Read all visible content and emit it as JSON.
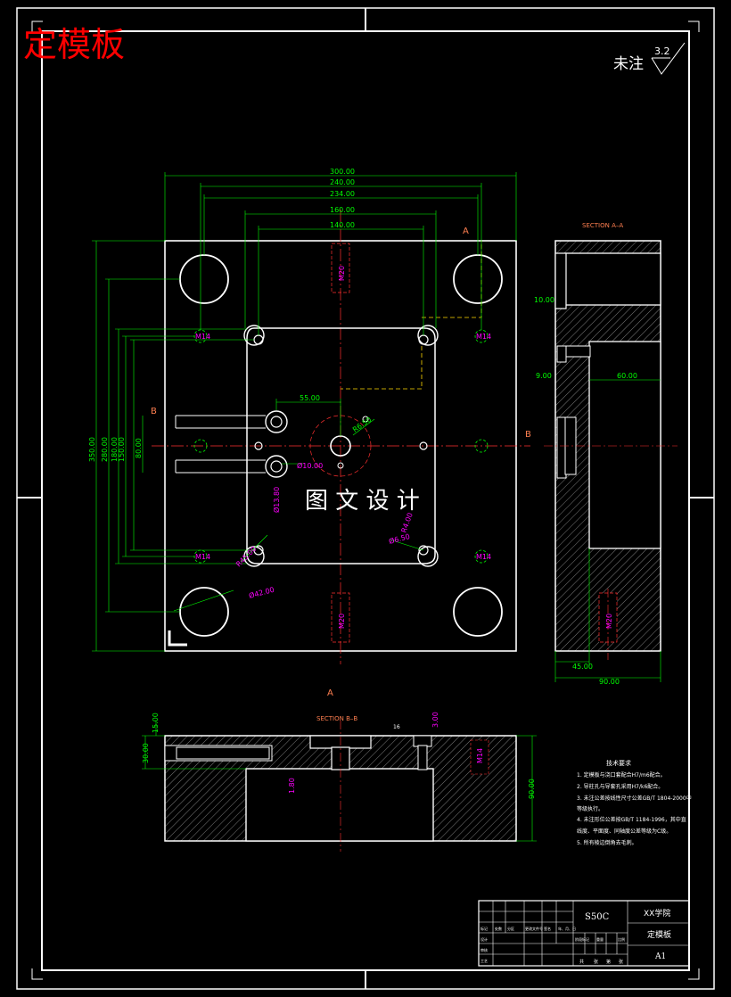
{
  "sheet_title": "定模板",
  "roughness": {
    "note": "未注",
    "value": "3.2"
  },
  "watermark": "图 文 设 计",
  "sections": {
    "aa_title": "SECTION A–A",
    "bb_title": "SECTION B–B",
    "a_mark": "A",
    "b_mark": "B"
  },
  "plan_dims": {
    "w1": "300.00",
    "w2": "240.00",
    "w3": "234.00",
    "w4": "160.00",
    "w5": "140.00",
    "h1": "350.00",
    "h2": "280.00",
    "h3": "180.00",
    "h4": "150.00",
    "h5": "80.00",
    "d55": "55.00",
    "r65": "R6.50",
    "d10": "Ø10.00",
    "d138": "Ø13.80",
    "a42": "Ø42.00",
    "a65": "Ø6.50",
    "m20": "M20",
    "m14": "M14",
    "r40": "R4.00",
    "r45": "R45.00"
  },
  "aa_dims": {
    "d10": "10.00",
    "d9": "9.00",
    "d60": "60.00",
    "d45": "45.00",
    "d90": "90.00",
    "m20": "M20"
  },
  "bb_dims": {
    "d15": "15.00",
    "d30": "30.00",
    "d90": "90.00",
    "d18": "1.80",
    "d3": "3.00",
    "m14": "M14",
    "r16": "16"
  },
  "tech_req": {
    "title": "技术要求",
    "items": [
      "1. 定模板与浇口套配合H7/m6配合。",
      "2. 导柱孔与导套孔采用H7/k6配合。",
      "3. 未注公差按线性尺寸公差GB/T 1804-2000中",
      "   等级执行。",
      "4. 未注形位公差按GB/T 1184-1996，其中直",
      "   线度、平面度、同轴度公差等级为C级。",
      "5. 所有棱边倒角去毛刺。"
    ]
  },
  "title_block": {
    "material": "S50C",
    "school": "XX学院",
    "part_name": "定模板",
    "sheet_size": "A1",
    "row_labels": [
      "标记",
      "设计",
      "审核",
      "工艺"
    ],
    "col_labels": [
      "处数",
      "分区",
      "更改文件号",
      "签名",
      "年、月、日"
    ],
    "stage_labels": [
      "阶段标记",
      "重量",
      "比例"
    ],
    "bottom_labels": [
      "共",
      "张",
      "第",
      "张"
    ]
  }
}
